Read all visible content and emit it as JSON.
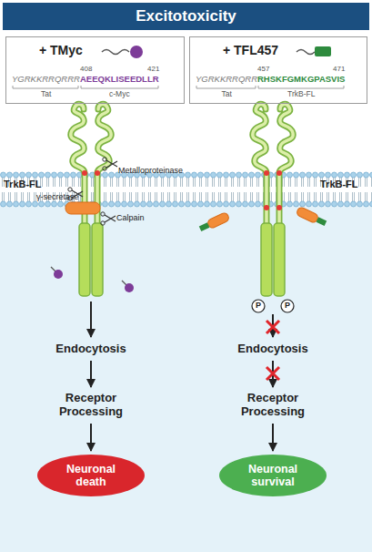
{
  "diagram": {
    "title": "Excitotoxicity",
    "nodes": [
      {
        "text": [
          "+ TMyc",
          "YGRKKRRQRRR",
          "AEEQKLISEEDLLR",
          "408",
          "421",
          "Tat",
          "c-Myc"
        ]
      },
      {
        "text": [
          "+ TFL457",
          "YGRKKRRQRR",
          "RHSKFGMKGPASVIS",
          "457",
          "471",
          "Tat",
          "TrkB-FL"
        ]
      },
      {
        "text": [
          "Endocytosis"
        ]
      },
      {
        "text": [
          "Receptor Processing"
        ]
      },
      {
        "text": [
          "Neuronal death"
        ]
      },
      {
        "text": [
          "Endocytosis"
        ]
      },
      {
        "text": [
          "Receptor Processing"
        ]
      },
      {
        "text": [
          "Neuronal survival"
        ]
      }
    ],
    "edges": [
      {
        "from": 2,
        "to": 3,
        "arrow": "to"
      },
      {
        "from": 3,
        "to": 4,
        "arrow": "to"
      },
      {
        "from": 5,
        "to": 6,
        "arrow": "to"
      },
      {
        "from": 6,
        "to": 7,
        "arrow": "to"
      }
    ],
    "labels": [
      "TrkB-FL",
      "TrkB-FL",
      "Metalloproteinase",
      "γ-secretase",
      "Calpain",
      "P",
      "P"
    ]
  }
}
